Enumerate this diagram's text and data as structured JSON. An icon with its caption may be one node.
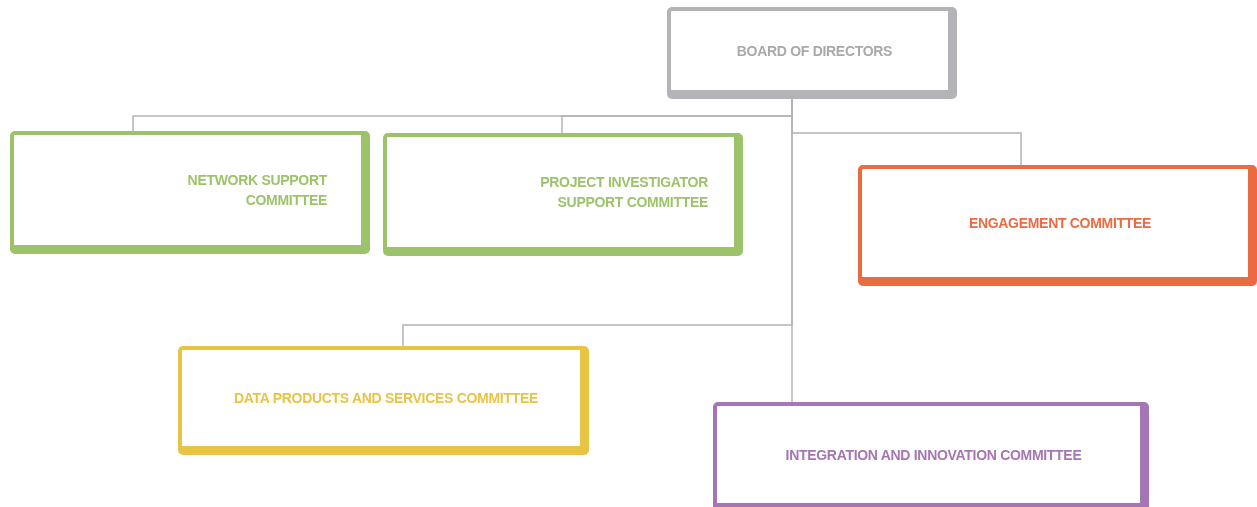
{
  "diagram": {
    "nodes": [
      {
        "text": [
          "BOARD OF DIRECTORS"
        ]
      },
      {
        "text": [
          "NETWORK SUPPORT COMMITTEE"
        ]
      },
      {
        "text": [
          "PROJECT INVESTIGATOR SUPPORT COMMITTEE"
        ]
      },
      {
        "text": [
          "ENGAGEMENT COMMITTEE"
        ]
      },
      {
        "text": [
          "DATA PRODUCTS AND SERVICES COMMITTEE"
        ]
      },
      {
        "text": [
          "INTEGRATION AND INNOVATION COMMITTEE"
        ]
      }
    ],
    "edges": [
      {
        "from": 0,
        "to": 1,
        "arrow": "none"
      },
      {
        "from": 0,
        "to": 2,
        "arrow": "none"
      },
      {
        "from": 0,
        "to": 3,
        "arrow": "none"
      },
      {
        "from": 0,
        "to": 4,
        "arrow": "none"
      },
      {
        "from": 0,
        "to": 5,
        "arrow": "none"
      }
    ]
  }
}
